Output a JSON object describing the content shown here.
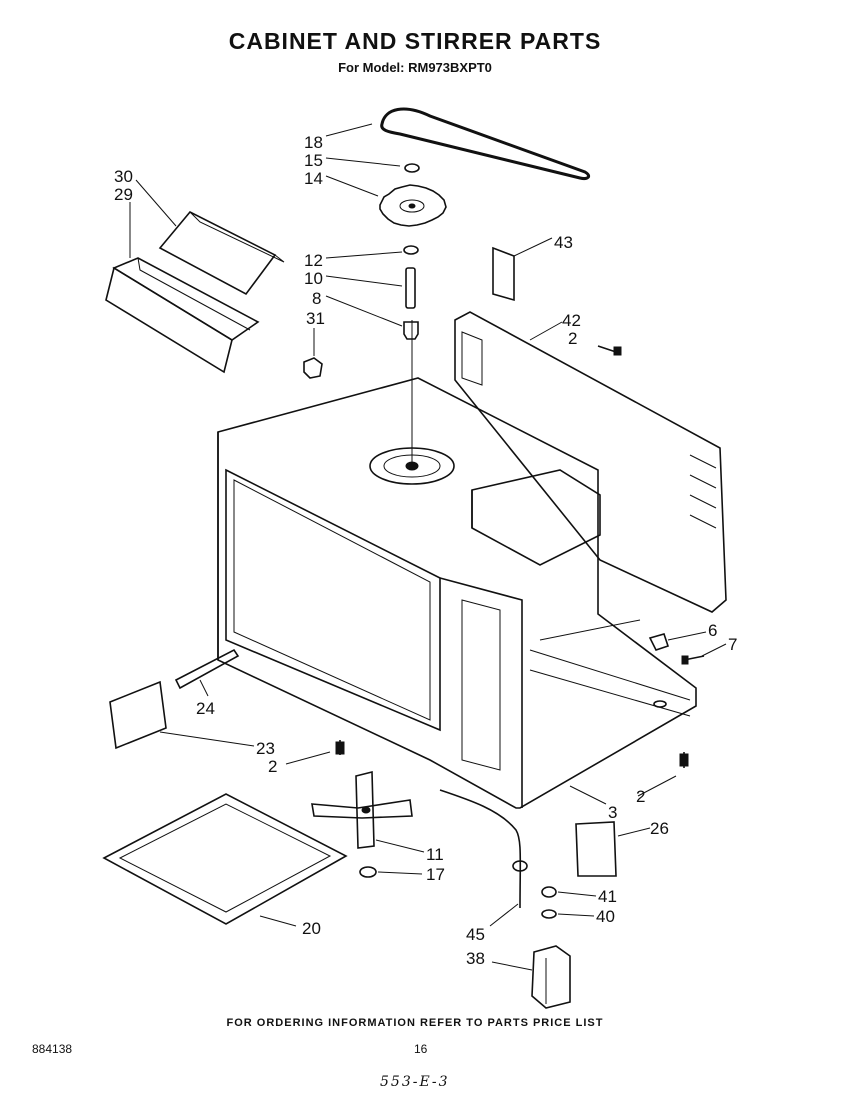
{
  "header": {
    "title": "CABINET AND STIRRER PARTS",
    "subtitle": "For Model: RM973BXPT0"
  },
  "footer": {
    "ordering_note": "FOR ORDERING INFORMATION REFER TO PARTS PRICE LIST",
    "doc_number": "884138",
    "page_number": "16",
    "handwritten_note": "553-E-3"
  },
  "callouts": [
    "18",
    "15",
    "14",
    "30",
    "29",
    "43",
    "12",
    "10",
    "8",
    "31",
    "42",
    "2",
    "6",
    "7",
    "24",
    "23",
    "2",
    "3",
    "2",
    "26",
    "11",
    "17",
    "20",
    "41",
    "40",
    "45",
    "38"
  ]
}
